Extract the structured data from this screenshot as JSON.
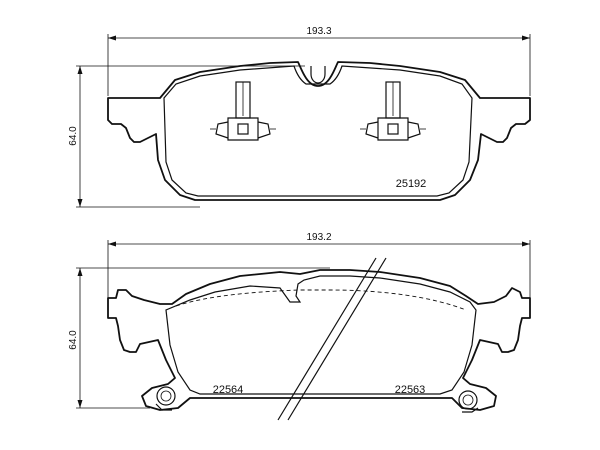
{
  "top_pad": {
    "width_dim": "193.3",
    "height_dim": "64.0",
    "part_number": "25192"
  },
  "bottom_pad": {
    "width_dim": "193.2",
    "height_dim": "64.0",
    "part_number_left": "22564",
    "part_number_right": "22563"
  }
}
